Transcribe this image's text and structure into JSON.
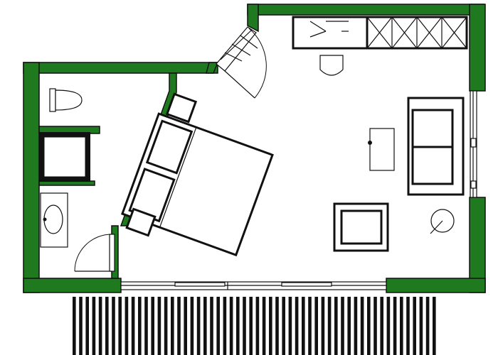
{
  "diagram": {
    "type": "floor-plan",
    "labels": [],
    "colors": {
      "wall": "#1f7a1f",
      "line": "#111111",
      "floor": "#ffffff",
      "deck_slat": "#111111"
    },
    "rooms": [
      "bathroom",
      "bedroom"
    ],
    "fixtures": [
      "toilet",
      "shower",
      "sink"
    ],
    "furniture": [
      "double-bed",
      "nightstand",
      "nightstand",
      "dresser",
      "cabinet",
      "desk",
      "desk-chair",
      "sofa",
      "armchair",
      "floor-lamp"
    ],
    "openings": [
      "entry-door",
      "bathroom-door",
      "right-window",
      "terrace-window"
    ],
    "exterior": [
      "terrace-deck"
    ]
  }
}
